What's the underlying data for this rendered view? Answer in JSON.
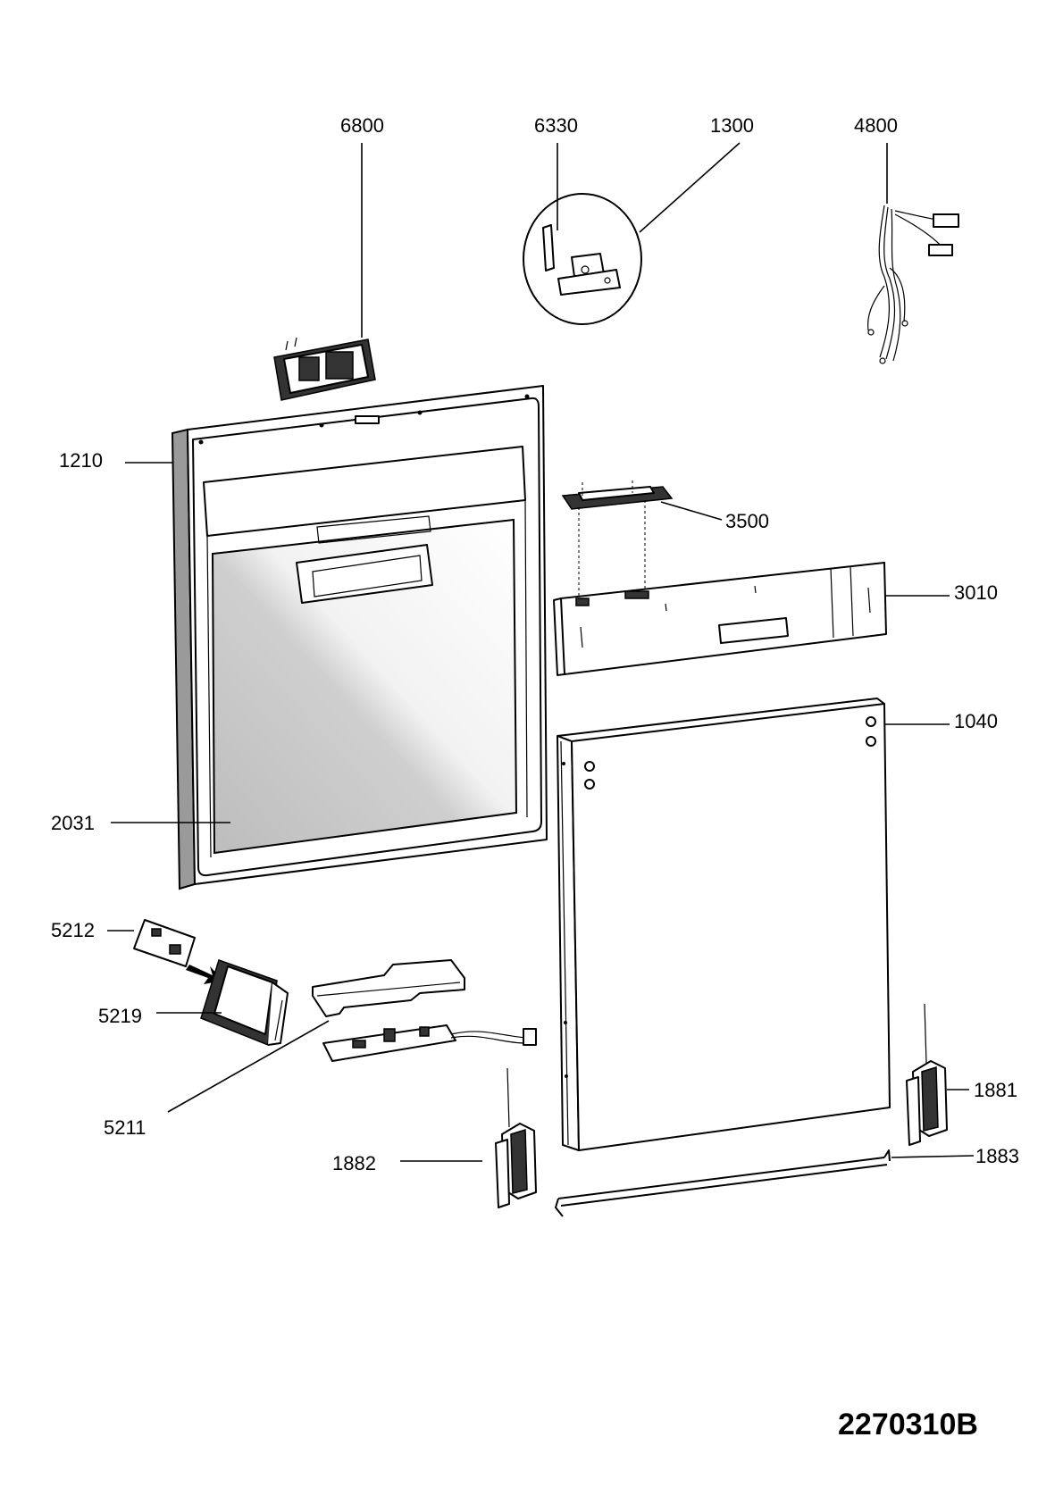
{
  "labels": {
    "l6800": "6800",
    "l6330": "6330",
    "l1300": "1300",
    "l4800": "4800",
    "l1210": "1210",
    "l3500": "3500",
    "l3010": "3010",
    "l1040": "1040",
    "l2031": "2031",
    "l5212": "5212",
    "l5219": "5219",
    "l5211": "5211",
    "l1881": "1881",
    "l1882": "1882",
    "l1883": "1883"
  },
  "drawing_code": "2270310B"
}
